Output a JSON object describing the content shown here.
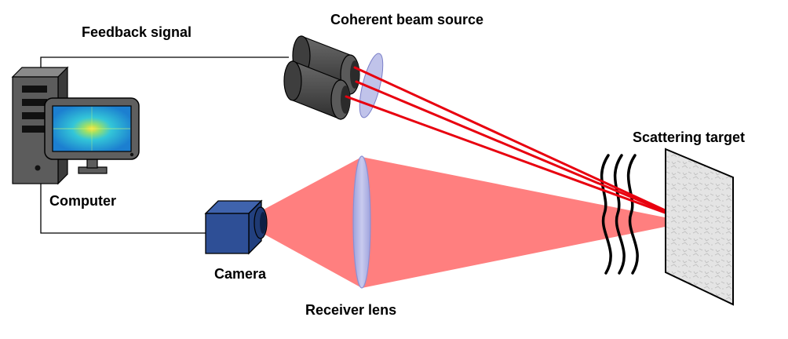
{
  "labels": {
    "feedback_signal": "Feedback signal",
    "coherent_beam_source": "Coherent beam source",
    "scattering_target": "Scattering target",
    "computer": "Computer",
    "camera": "Camera",
    "receiver_lens": "Receiver lens"
  },
  "colors": {
    "beam": "#e8000f",
    "return_light": "#ff7f7f",
    "lens": "#b3b6e6",
    "camera_body": "#2e4f96",
    "laser_body": "#4a4a4a",
    "computer_body": "#5a5a5a",
    "target": "#e3e3e3"
  }
}
